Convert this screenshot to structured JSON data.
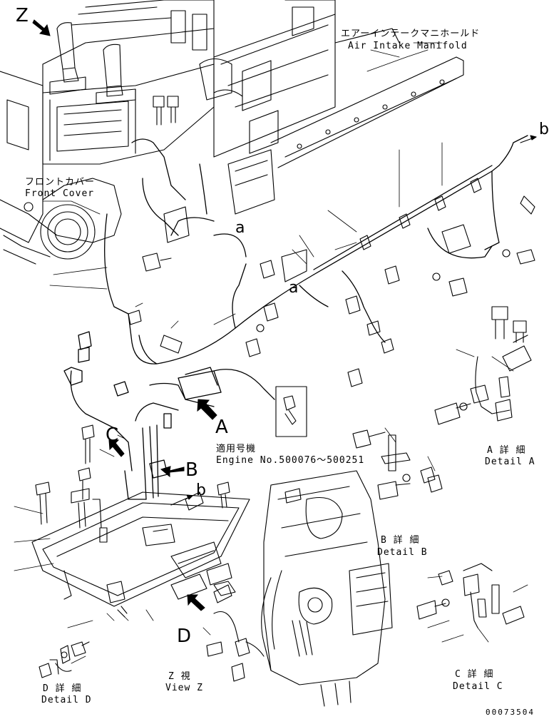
{
  "labels": {
    "intake_jp": "エアーインテークマニホールド",
    "intake_en": "Air Intake Manifold",
    "front_jp": "フロントカバー",
    "front_en": "Front Cover",
    "engine_jp": "適用号機",
    "engine_en": "Engine No.500076～500251",
    "detail_a_jp": "A 詳 細",
    "detail_a_en": "Detail A",
    "detail_b_jp": "B 詳 細",
    "detail_b_en": "Detail B",
    "detail_c_jp": "C 詳 細",
    "detail_c_en": "Detail C",
    "detail_d_jp": "D 詳 細",
    "detail_d_en": "Detail D",
    "view_z_jp": "Z 視",
    "view_z_en": "View Z",
    "drawing_no": "00073504"
  },
  "refs": {
    "z": "Z",
    "a_big": "A",
    "b_big": "B",
    "c_big": "C",
    "d_big": "D",
    "a_small": "a",
    "a_small2": "a",
    "b_small": "b",
    "b_small2": "b"
  },
  "colors": {
    "ink": "#000000",
    "paper": "#ffffff"
  }
}
